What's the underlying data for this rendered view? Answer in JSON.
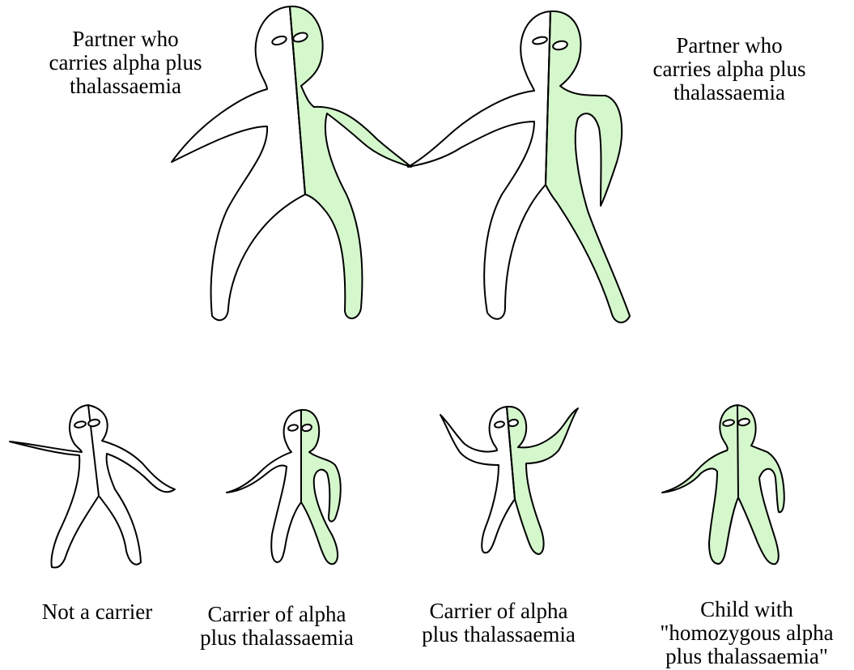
{
  "colors": {
    "carrier_fill": "#d4f7cc",
    "outline": "#000000",
    "background": "#ffffff"
  },
  "parents": {
    "left": {
      "label_lines": [
        "Partner who",
        "carries alpha plus",
        "thalassaemia"
      ]
    },
    "right": {
      "label_lines": [
        "Partner who",
        "carries alpha plus",
        "thalassaemia"
      ]
    }
  },
  "children": [
    {
      "label_lines": [
        "Not a carrier"
      ]
    },
    {
      "label_lines": [
        "Carrier of alpha",
        "plus thalassaemia"
      ]
    },
    {
      "label_lines": [
        "Carrier of alpha",
        "plus thalassaemia"
      ]
    },
    {
      "label_lines": [
        "Child with",
        "\"homozygous alpha",
        "plus thalassaemia\""
      ]
    }
  ]
}
